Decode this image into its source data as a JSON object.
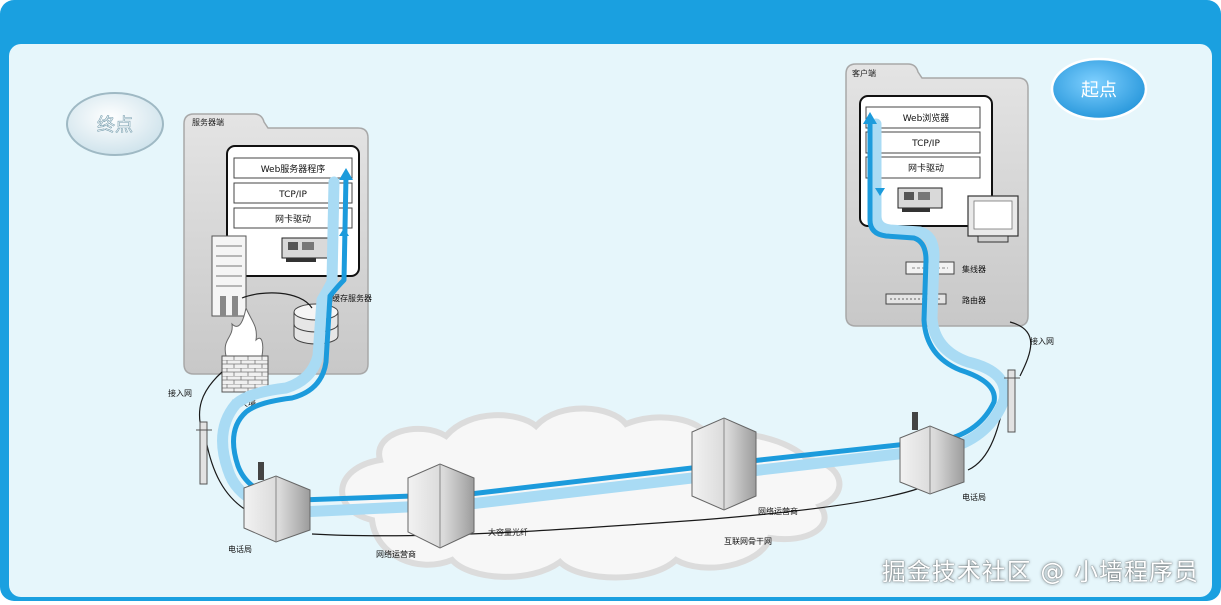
{
  "start_badge": "起点",
  "end_badge": "终点",
  "server": {
    "title": "服务器端",
    "layers": [
      "Web服务器程序",
      "TCP/IP",
      "网卡驱动"
    ],
    "cache_label": "缓存服务器",
    "firewall_label": "防火墙",
    "access_label": "接入网",
    "office_label": "电话局"
  },
  "client": {
    "title": "客户端",
    "layers": [
      "Web浏览器",
      "TCP/IP",
      "网卡驱动"
    ],
    "hub_label": "集线器",
    "router_label": "路由器",
    "access_label": "接入网",
    "office_label": "电话局"
  },
  "internet": {
    "isp_left_label": "网络运营商",
    "isp_right_label": "网络运营商",
    "fiber_label": "大容量光纤",
    "backbone_label": "互联网骨干网"
  },
  "watermark": "掘金技术社区 @ 小墙程序员",
  "colors": {
    "frame": "#1aa0e0",
    "background": "#e6f6fb",
    "path_dark": "#1c9bdc",
    "path_light": "#a9dbf4",
    "badge": "#d4ebf6"
  }
}
